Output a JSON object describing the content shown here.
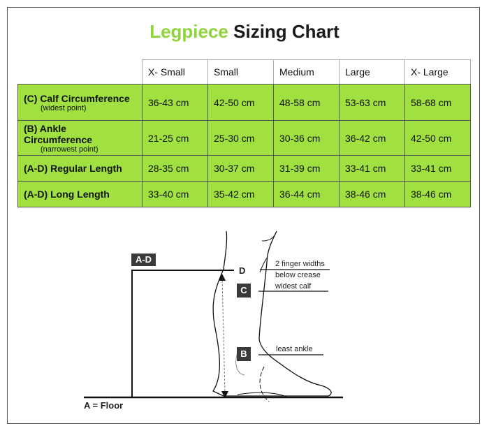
{
  "title": {
    "brand": "Legpiece",
    "rest": " Sizing Chart"
  },
  "table": {
    "columns": [
      "X- Small",
      "Small",
      "Medium",
      "Large",
      "X- Large"
    ],
    "rows": [
      {
        "label": "(C) Calf Circumference",
        "sub": "(widest point)",
        "values": [
          "36-43 cm",
          "42-50 cm",
          "48-58 cm",
          "53-63 cm",
          "58-68 cm"
        ]
      },
      {
        "label": "(B) Ankle Circumference",
        "sub": "(narrowest point)",
        "values": [
          "21-25 cm",
          "25-30 cm",
          "30-36 cm",
          "36-42 cm",
          "42-50 cm"
        ]
      },
      {
        "label": "(A-D) Regular Length",
        "sub": "",
        "values": [
          "28-35 cm",
          "30-37 cm",
          "31-39 cm",
          "33-41 cm",
          "33-41 cm"
        ]
      },
      {
        "label": "(A-D) Long Length",
        "sub": "",
        "values": [
          "33-40 cm",
          "35-42 cm",
          "36-44 cm",
          "38-46 cm",
          "38-46 cm"
        ]
      }
    ]
  },
  "diagram": {
    "ad": "A-D",
    "d": "D",
    "c": "C",
    "b": "B",
    "finger1": "2 finger widths",
    "finger2": "below crease",
    "calf": "widest calf",
    "ankle": "least ankle",
    "floor": "A = Floor"
  }
}
